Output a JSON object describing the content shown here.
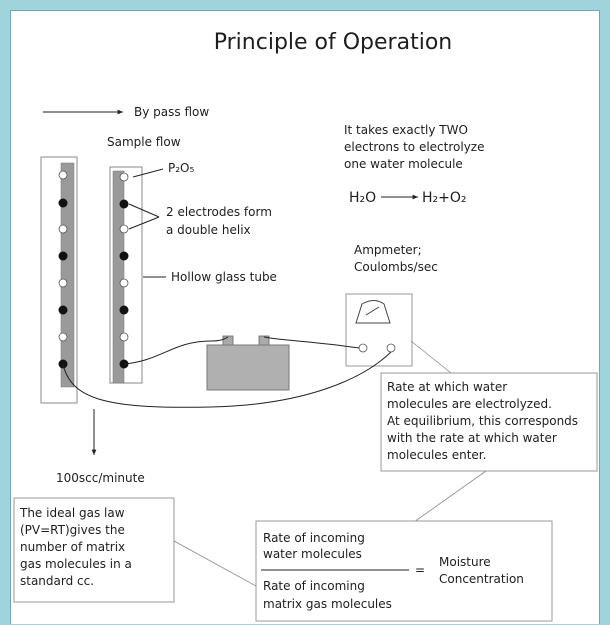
{
  "title": "Principle of Operation",
  "labels": {
    "bypass": "By pass flow",
    "sample": "Sample flow",
    "p2o5": "P₂O₅",
    "electrodes_1": "2 electrodes form",
    "electrodes_2": "a double helix",
    "hollow": "Hollow glass tube",
    "flow_rate": "100scc/minute",
    "ampmeter_1": "Ampmeter;",
    "ampmeter_2": "Coulombs/sec"
  },
  "electrons_note": [
    "It takes exactly TWO",
    "electrons to electrolyze",
    "one water molecule"
  ],
  "equation": {
    "left": "H₂O",
    "right": "H₂+O₂"
  },
  "rate_box": [
    "Rate at which water",
    "molecules are electrolyzed.",
    "At equilibrium, this corresponds",
    "with the rate at which water",
    "molecules enter."
  ],
  "gas_law_box": [
    "The ideal gas law",
    "(PV=RT)gives the",
    "number of matrix",
    "gas molecules in a",
    "standard cc."
  ],
  "formula": {
    "num_1": "Rate of incoming",
    "num_2": "water molecules",
    "den_1": "Rate of incoming",
    "den_2": "matrix gas molecules",
    "equals": "=",
    "result_1": "Moisture",
    "result_2": "Concentration"
  },
  "colors": {
    "background": "#9fd4dc",
    "panel": "#ffffff"
  }
}
